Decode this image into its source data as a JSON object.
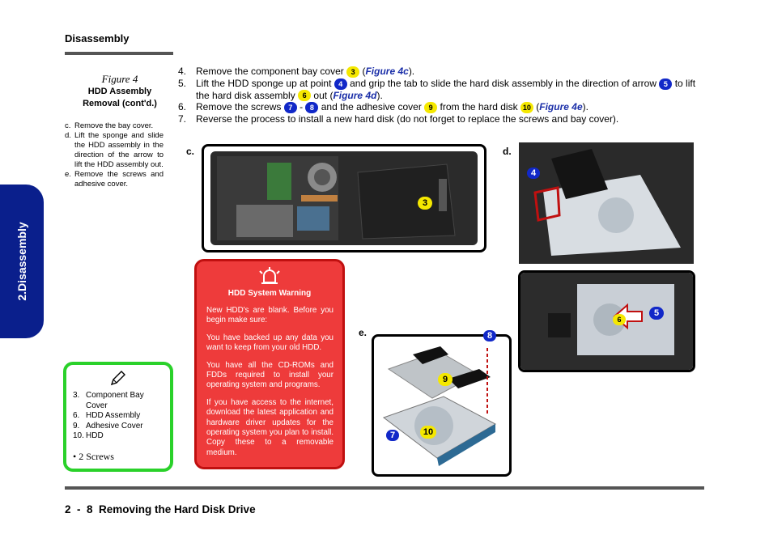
{
  "header": {
    "title": "Disassembly"
  },
  "side_tab": {
    "label": "2.Disassembly"
  },
  "figure": {
    "number": "Figure 4",
    "title_line1": "HDD Assembly",
    "title_line2": "Removal (cont'd.)"
  },
  "captions": [
    {
      "label": "c.",
      "text": "Remove the bay cover."
    },
    {
      "label": "d.",
      "text": "Lift the sponge and slide the HDD assembly in the direction of the arrow to lift the HDD assembly out."
    },
    {
      "label": "e.",
      "text": "Remove the screws and adhesive cover."
    }
  ],
  "steps": {
    "s4": {
      "num": "4.",
      "a": "Remove the component bay cover",
      "b3": "3",
      "fig": "Figure 4c"
    },
    "s5": {
      "num": "5.",
      "a": "Lift the HDD sponge up at point",
      "b4": "4",
      "b": "and grip the tab to slide the hard disk assembly in the direction of arrow",
      "b5": "5",
      "c": "to lift the hard disk assembly",
      "b6": "6",
      "d": "out (",
      "fig": "Figure 4d"
    },
    "s6": {
      "num": "6.",
      "a": "Remove the screws",
      "b7": "7",
      "dash": "-",
      "b8": "8",
      "b": "and the adhesive cover",
      "b9": "9",
      "c": "from the hard disk",
      "b10": "10",
      "fig": "Figure 4e"
    },
    "s7": {
      "num": "7.",
      "a": "Reverse the process to install a new hard disk (do not forget to replace the screws and bay cover)."
    }
  },
  "panels": {
    "c": {
      "label": "c.",
      "callout": "3"
    },
    "d": {
      "label": "d.",
      "callout_a": "4",
      "callout_b": "5",
      "callout_c": "6"
    },
    "e": {
      "label": "e.",
      "callout_8": "8",
      "callout_9": "9",
      "callout_7": "7",
      "callout_10": "10"
    }
  },
  "warning": {
    "title": "HDD System Warning",
    "paragraphs": [
      "New HDD's are blank. Before you begin make sure:",
      "You have backed up any data you want to keep from your old HDD.",
      "You have all the CD-ROMs and FDDs required to install your operating system and programs.",
      "If you have access to the internet, download the latest application and hardware driver updates for the operating system you plan to install. Copy these to a removable medium."
    ]
  },
  "note": {
    "items": [
      {
        "n": "3.",
        "t": "Component Bay Cover"
      },
      {
        "n": "6.",
        "t": "HDD Assembly"
      },
      {
        "n": "9.",
        "t": "Adhesive Cover"
      },
      {
        "n": "10.",
        "t": "HDD"
      }
    ],
    "bullet": "• 2 Screws"
  },
  "footer": {
    "title": "2  -  8  Removing the Hard Disk Drive"
  },
  "colors": {
    "tab_blue": "#0a1f8c",
    "warning_red": "#ee3b3b",
    "note_green": "#2ad12a",
    "badge_yellow": "#f5e800",
    "badge_blue": "#1128c8"
  }
}
